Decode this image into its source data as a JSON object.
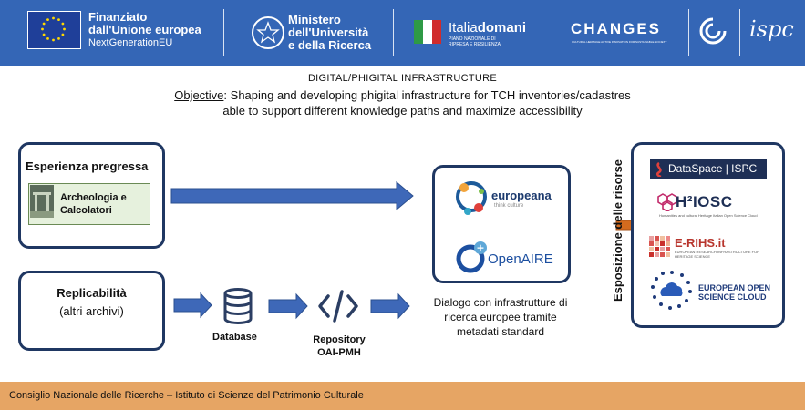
{
  "banner": {
    "eu_title": "Finanziato dall'Unione europea",
    "eu_title_line1": "Finanziato",
    "eu_title_line2": "dall'Unione europea",
    "eu_sub": "NextGenerationEU",
    "ministry_line1": "Ministero",
    "ministry_line2": "dell'Università",
    "ministry_line3": "e della Ricerca",
    "italia_title_a": "Italia",
    "italia_title_b": "domani",
    "italia_sub": "PIANO NAZIONALE DI RIPRESA E RESILIENZA",
    "changes_title": "CHANGES",
    "changes_sub": "CULTURAL HERITAGE ACTIVE INNOVATION FOR SUSTAINABLE SOCIETY",
    "ispc_title": "ispc"
  },
  "heading": {
    "small_title": "DIGITAL/PHIGITAL INFRASTRUCTURE",
    "objective_label": "Objective",
    "objective_line1": ": Shaping and developing phigital infrastructure for TCH inventories/cadastres",
    "objective_line2": "able to support different knowledge paths and maximize accessibility"
  },
  "left": {
    "experience_title": "Esperienza pregressa",
    "archeo_line1": "Archeologia e",
    "archeo_line2": "Calcolatori",
    "replicability_title": "Replicabilità",
    "replicability_sub": "(altri archivi)"
  },
  "flow": {
    "database_label": "Database",
    "repo_line1": "Repository",
    "repo_line2": "OAI-PMH",
    "dialog_line1": "Dialogo con infrastrutture di",
    "dialog_line2": "ricerca europee tramite",
    "dialog_line3": "metadati standard"
  },
  "eu_infra": {
    "europeana_name": "europeana",
    "europeana_sub": "think culture",
    "openaire_name": "OpenAIRE"
  },
  "resources": {
    "vertical_label": "Esposizione delle risorse",
    "dataspace": "DataSpace | ISPC",
    "h2iosc": "H²IOSC",
    "h2iosc_sub": "Humanities and cultural Heritage Italian Open Science Cloud",
    "erihs": "E-RIHS.it",
    "erihs_sub": "EUROPEAN RESEARCH INFRASTRUCTURE FOR HERITAGE SCIENCE",
    "eosc_line1": "EUROPEAN OPEN",
    "eosc_line2": "SCIENCE CLOUD"
  },
  "footer": {
    "text": "Consiglio Nazionale delle Ricerche – Istituto di Scienze del Patrimonio Culturale"
  },
  "colors": {
    "banner": "#3466b6",
    "box_border": "#1f3762",
    "arrow_blue": "#3e68b8",
    "arrow_orange": "#d36b1e",
    "footer": "#e6a564"
  }
}
